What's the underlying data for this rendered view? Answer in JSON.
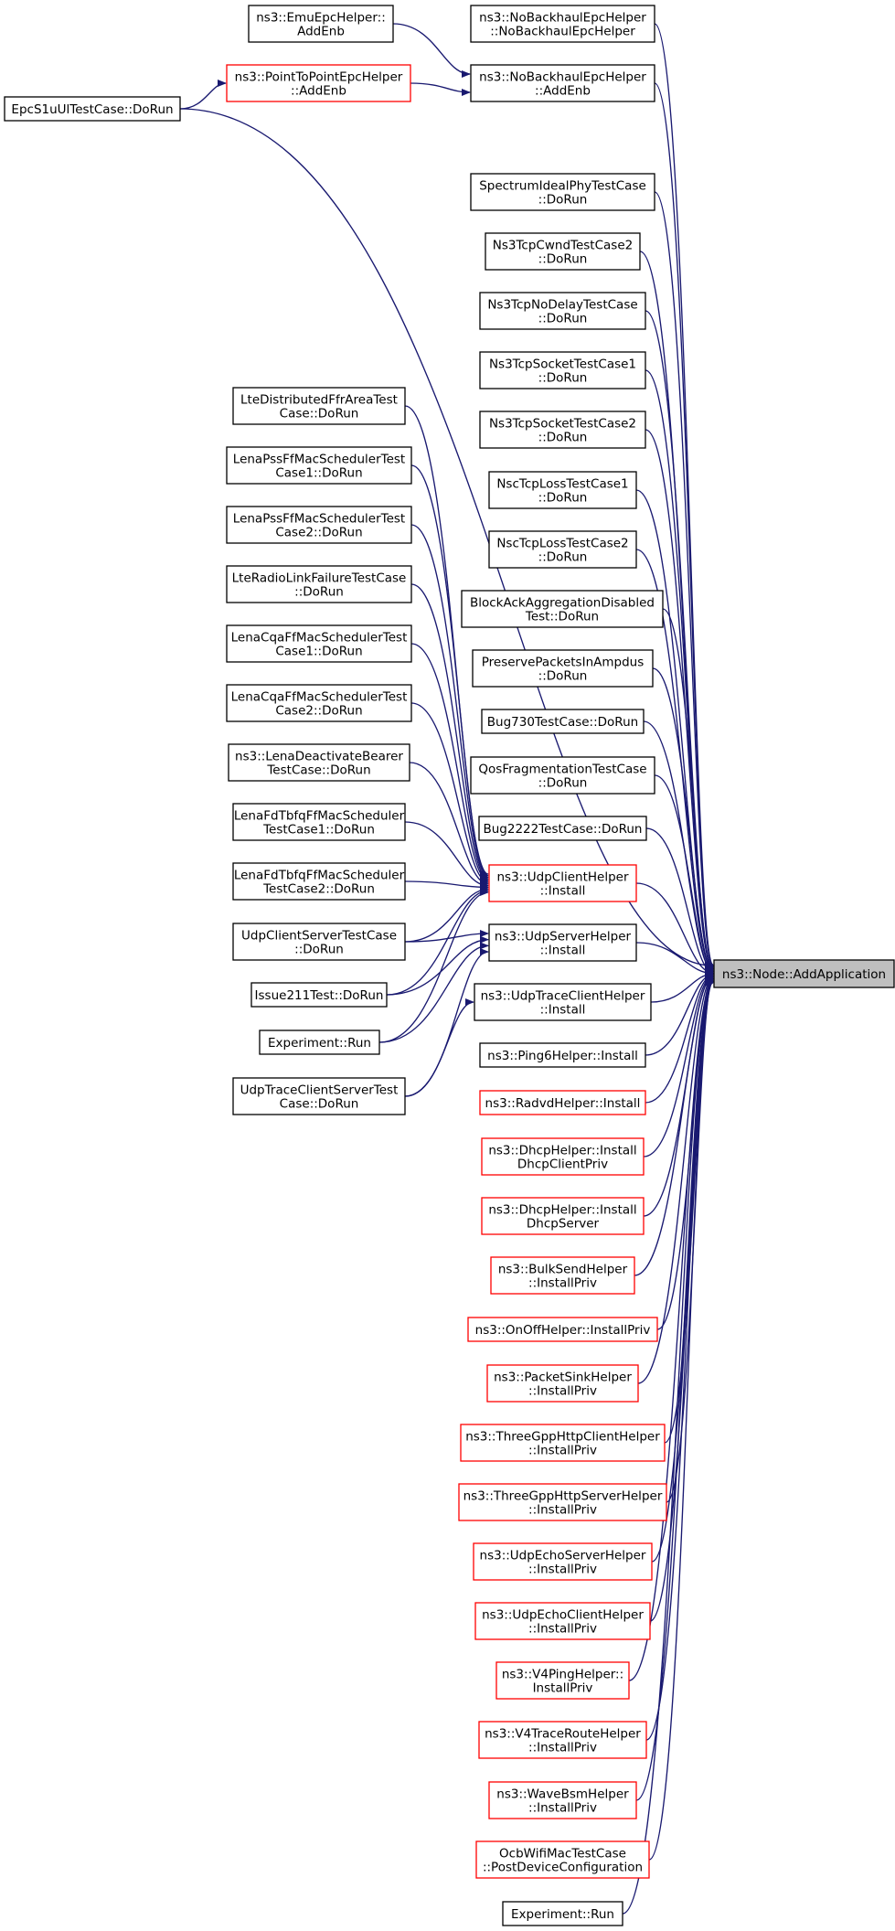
{
  "diagram": {
    "type": "doxygen-caller-graph",
    "colors": {
      "edge": "#191970",
      "border": "#000000",
      "border_truncated": "#ff0000",
      "fill": "#ffffff",
      "fill_focus": "#bfbfbf"
    },
    "nodes": [
      {
        "id": "add_application",
        "lines": [
          "ns3::Node::AddApplication"
        ],
        "focus": true
      },
      {
        "id": "nobackhaul_ctor",
        "lines": [
          "ns3::NoBackhaulEpcHelper",
          "::NoBackhaulEpcHelper"
        ]
      },
      {
        "id": "emu_addenb",
        "lines": [
          "ns3::EmuEpcHelper::",
          "AddEnb"
        ]
      },
      {
        "id": "nobackhaul_addenb",
        "lines": [
          "ns3::NoBackhaulEpcHelper",
          "::AddEnb"
        ]
      },
      {
        "id": "p2p_addenb",
        "lines": [
          "ns3::PointToPointEpcHelper",
          "::AddEnb"
        ],
        "truncated": true
      },
      {
        "id": "epcs1u",
        "lines": [
          "EpcS1uUlTestCase::DoRun"
        ]
      },
      {
        "id": "spectrum",
        "lines": [
          "SpectrumIdealPhyTestCase",
          "::DoRun"
        ]
      },
      {
        "id": "cwnd2",
        "lines": [
          "Ns3TcpCwndTestCase2",
          "::DoRun"
        ]
      },
      {
        "id": "nodelay",
        "lines": [
          "Ns3TcpNoDelayTestCase",
          "::DoRun"
        ]
      },
      {
        "id": "sock1",
        "lines": [
          "Ns3TcpSocketTestCase1",
          "::DoRun"
        ]
      },
      {
        "id": "sock2",
        "lines": [
          "Ns3TcpSocketTestCase2",
          "::DoRun"
        ]
      },
      {
        "id": "nsc1",
        "lines": [
          "NscTcpLossTestCase1",
          "::DoRun"
        ]
      },
      {
        "id": "nsc2",
        "lines": [
          "NscTcpLossTestCase2",
          "::DoRun"
        ]
      },
      {
        "id": "blockack",
        "lines": [
          "BlockAckAggregationDisabled",
          "Test::DoRun"
        ]
      },
      {
        "id": "preserve",
        "lines": [
          "PreservePacketsInAmpdus",
          "::DoRun"
        ]
      },
      {
        "id": "bug730",
        "lines": [
          "Bug730TestCase::DoRun"
        ]
      },
      {
        "id": "qosfrag",
        "lines": [
          "QosFragmentationTestCase",
          "::DoRun"
        ]
      },
      {
        "id": "bug2222",
        "lines": [
          "Bug2222TestCase::DoRun"
        ]
      },
      {
        "id": "udpclient_install",
        "lines": [
          "ns3::UdpClientHelper",
          "::Install"
        ],
        "truncated": true
      },
      {
        "id": "udpserver_install",
        "lines": [
          "ns3::UdpServerHelper",
          "::Install"
        ]
      },
      {
        "id": "udptrace_install",
        "lines": [
          "ns3::UdpTraceClientHelper",
          "::Install"
        ]
      },
      {
        "id": "ping6",
        "lines": [
          "ns3::Ping6Helper::Install"
        ]
      },
      {
        "id": "radvd",
        "lines": [
          "ns3::RadvdHelper::Install"
        ],
        "truncated": true
      },
      {
        "id": "dhcpclient",
        "lines": [
          "ns3::DhcpHelper::Install",
          "DhcpClientPriv"
        ],
        "truncated": true
      },
      {
        "id": "dhcpserver",
        "lines": [
          "ns3::DhcpHelper::Install",
          "DhcpServer"
        ],
        "truncated": true
      },
      {
        "id": "bulksend",
        "lines": [
          "ns3::BulkSendHelper",
          "::InstallPriv"
        ],
        "truncated": true
      },
      {
        "id": "onoff",
        "lines": [
          "ns3::OnOffHelper::InstallPriv"
        ],
        "truncated": true
      },
      {
        "id": "packetsink",
        "lines": [
          "ns3::PacketSinkHelper",
          "::InstallPriv"
        ],
        "truncated": true
      },
      {
        "id": "http_client",
        "lines": [
          "ns3::ThreeGppHttpClientHelper",
          "::InstallPriv"
        ],
        "truncated": true
      },
      {
        "id": "http_server",
        "lines": [
          "ns3::ThreeGppHttpServerHelper",
          "::InstallPriv"
        ],
        "truncated": true
      },
      {
        "id": "echo_server",
        "lines": [
          "ns3::UdpEchoServerHelper",
          "::InstallPriv"
        ],
        "truncated": true
      },
      {
        "id": "echo_client",
        "lines": [
          "ns3::UdpEchoClientHelper",
          "::InstallPriv"
        ],
        "truncated": true
      },
      {
        "id": "v4ping",
        "lines": [
          "ns3::V4PingHelper::",
          "InstallPriv"
        ],
        "truncated": true
      },
      {
        "id": "v4trace",
        "lines": [
          "ns3::V4TraceRouteHelper",
          "::InstallPriv"
        ],
        "truncated": true
      },
      {
        "id": "wavebsm",
        "lines": [
          "ns3::WaveBsmHelper",
          "::InstallPriv"
        ],
        "truncated": true
      },
      {
        "id": "ocb",
        "lines": [
          "OcbWifiMacTestCase",
          "::PostDeviceConfiguration"
        ],
        "truncated": true
      },
      {
        "id": "exp_run_right",
        "lines": [
          "Experiment::Run"
        ]
      },
      {
        "id": "lte_ffr",
        "lines": [
          "LteDistributedFfrAreaTest",
          "Case::DoRun"
        ]
      },
      {
        "id": "pss1",
        "lines": [
          "LenaPssFfMacSchedulerTest",
          "Case1::DoRun"
        ]
      },
      {
        "id": "pss2",
        "lines": [
          "LenaPssFfMacSchedulerTest",
          "Case2::DoRun"
        ]
      },
      {
        "id": "rlf",
        "lines": [
          "LteRadioLinkFailureTestCase",
          "::DoRun"
        ]
      },
      {
        "id": "cqa1",
        "lines": [
          "LenaCqaFfMacSchedulerTest",
          "Case1::DoRun"
        ]
      },
      {
        "id": "cqa2",
        "lines": [
          "LenaCqaFfMacSchedulerTest",
          "Case2::DoRun"
        ]
      },
      {
        "id": "deactivate",
        "lines": [
          "ns3::LenaDeactivateBearer",
          "TestCase::DoRun"
        ]
      },
      {
        "id": "tbfq1",
        "lines": [
          "LenaFdTbfqFfMacScheduler",
          "TestCase1::DoRun"
        ]
      },
      {
        "id": "tbfq2",
        "lines": [
          "LenaFdTbfqFfMacScheduler",
          "TestCase2::DoRun"
        ]
      },
      {
        "id": "udpcs",
        "lines": [
          "UdpClientServerTestCase",
          "::DoRun"
        ]
      },
      {
        "id": "issue211",
        "lines": [
          "Issue211Test::DoRun"
        ]
      },
      {
        "id": "exp_run_left",
        "lines": [
          "Experiment::Run"
        ]
      },
      {
        "id": "udptrace_cs",
        "lines": [
          "UdpTraceClientServerTest",
          "Case::DoRun"
        ]
      }
    ],
    "edges": [
      [
        "nobackhaul_ctor",
        "add_application"
      ],
      [
        "nobackhaul_addenb",
        "add_application"
      ],
      [
        "emu_addenb",
        "nobackhaul_addenb"
      ],
      [
        "p2p_addenb",
        "nobackhaul_addenb"
      ],
      [
        "epcs1u",
        "p2p_addenb"
      ],
      [
        "epcs1u",
        "add_application"
      ],
      [
        "spectrum",
        "add_application"
      ],
      [
        "cwnd2",
        "add_application"
      ],
      [
        "nodelay",
        "add_application"
      ],
      [
        "sock1",
        "add_application"
      ],
      [
        "sock2",
        "add_application"
      ],
      [
        "nsc1",
        "add_application"
      ],
      [
        "nsc2",
        "add_application"
      ],
      [
        "blockack",
        "add_application"
      ],
      [
        "preserve",
        "add_application"
      ],
      [
        "bug730",
        "add_application"
      ],
      [
        "qosfrag",
        "add_application"
      ],
      [
        "bug2222",
        "add_application"
      ],
      [
        "udpclient_install",
        "add_application"
      ],
      [
        "udpserver_install",
        "add_application"
      ],
      [
        "udptrace_install",
        "add_application"
      ],
      [
        "ping6",
        "add_application"
      ],
      [
        "radvd",
        "add_application"
      ],
      [
        "dhcpclient",
        "add_application"
      ],
      [
        "dhcpserver",
        "add_application"
      ],
      [
        "bulksend",
        "add_application"
      ],
      [
        "onoff",
        "add_application"
      ],
      [
        "packetsink",
        "add_application"
      ],
      [
        "http_client",
        "add_application"
      ],
      [
        "http_server",
        "add_application"
      ],
      [
        "echo_server",
        "add_application"
      ],
      [
        "echo_client",
        "add_application"
      ],
      [
        "v4ping",
        "add_application"
      ],
      [
        "v4trace",
        "add_application"
      ],
      [
        "wavebsm",
        "add_application"
      ],
      [
        "ocb",
        "add_application"
      ],
      [
        "exp_run_right",
        "add_application"
      ],
      [
        "lte_ffr",
        "udpclient_install"
      ],
      [
        "pss1",
        "udpclient_install"
      ],
      [
        "pss2",
        "udpclient_install"
      ],
      [
        "rlf",
        "udpclient_install"
      ],
      [
        "cqa1",
        "udpclient_install"
      ],
      [
        "cqa2",
        "udpclient_install"
      ],
      [
        "deactivate",
        "udpclient_install"
      ],
      [
        "tbfq1",
        "udpclient_install"
      ],
      [
        "tbfq2",
        "udpclient_install"
      ],
      [
        "udpcs",
        "udpclient_install"
      ],
      [
        "issue211",
        "udpclient_install"
      ],
      [
        "exp_run_left",
        "udpclient_install"
      ],
      [
        "udpcs",
        "udpserver_install"
      ],
      [
        "issue211",
        "udpserver_install"
      ],
      [
        "exp_run_left",
        "udpserver_install"
      ],
      [
        "udptrace_cs",
        "udpserver_install"
      ],
      [
        "udptrace_cs",
        "udptrace_install"
      ]
    ]
  }
}
